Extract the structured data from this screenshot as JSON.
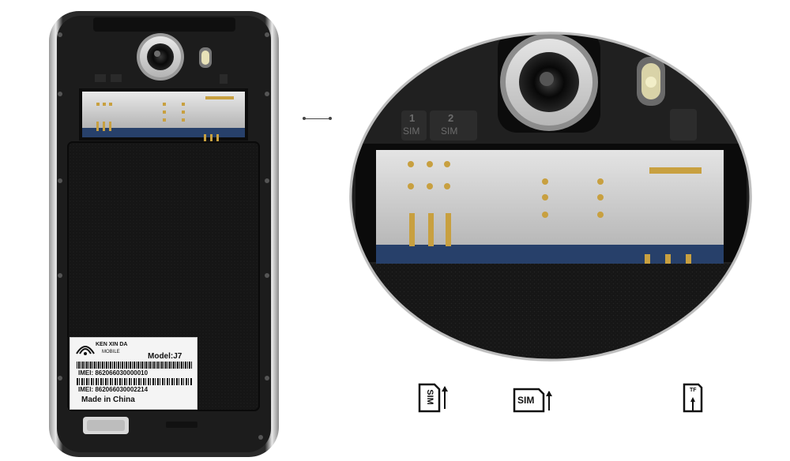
{
  "phone": {
    "brand": "KEN XIN DA",
    "brand_sub": "MOBILE",
    "model": "Model:J7",
    "imei_1": "IMEI: 862066030000010",
    "imei_2": "IMEI: 862066030002214",
    "origin": "Made in China"
  },
  "zoom": {
    "slot_1_label": "SIM",
    "slot_1_number": "1",
    "slot_2_label": "SIM",
    "slot_2_number": "2"
  },
  "legend": {
    "icon_1_text": "SIM",
    "icon_2_text": "SIM",
    "icon_3_text": "TF"
  },
  "colors": {
    "phone_body": "#1b1b1b",
    "metal": "#c9c9c9",
    "gold": "#c8a040",
    "pcb_blue": "#27406a"
  }
}
